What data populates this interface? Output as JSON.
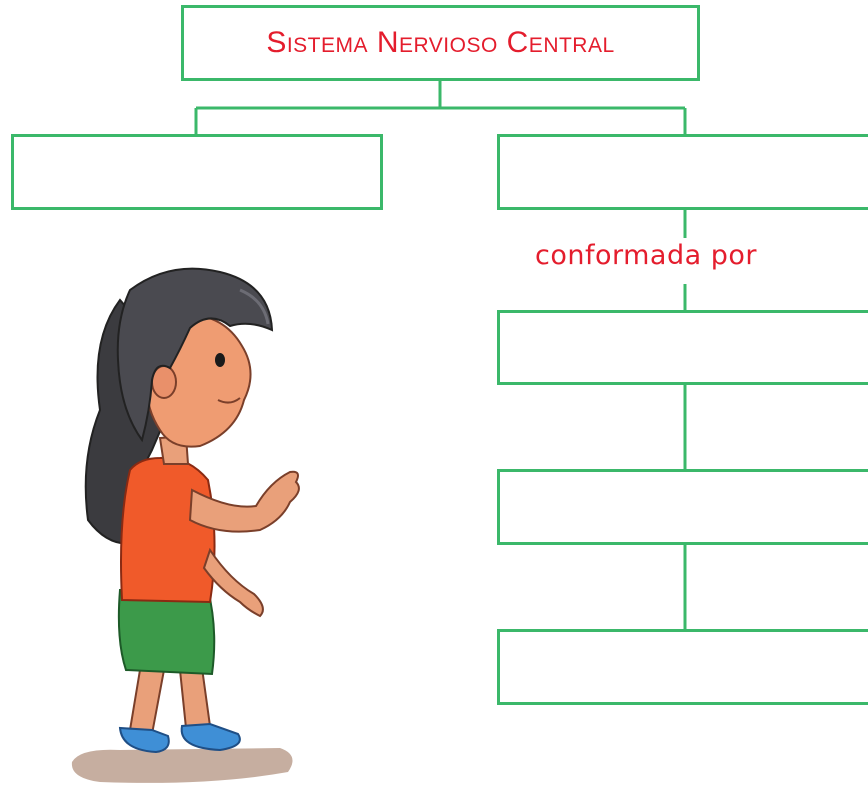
{
  "diagram": {
    "title": "Sistema Nervioso Central",
    "connector_label": "conformada por",
    "colors": {
      "box_border": "#3bb86a",
      "text": "#e41d2d"
    },
    "boxes": {
      "left_branch": "",
      "right_branch": "",
      "component_1": "",
      "component_2": "",
      "component_3": ""
    }
  },
  "illustration": {
    "subject": "girl-cartoon"
  }
}
